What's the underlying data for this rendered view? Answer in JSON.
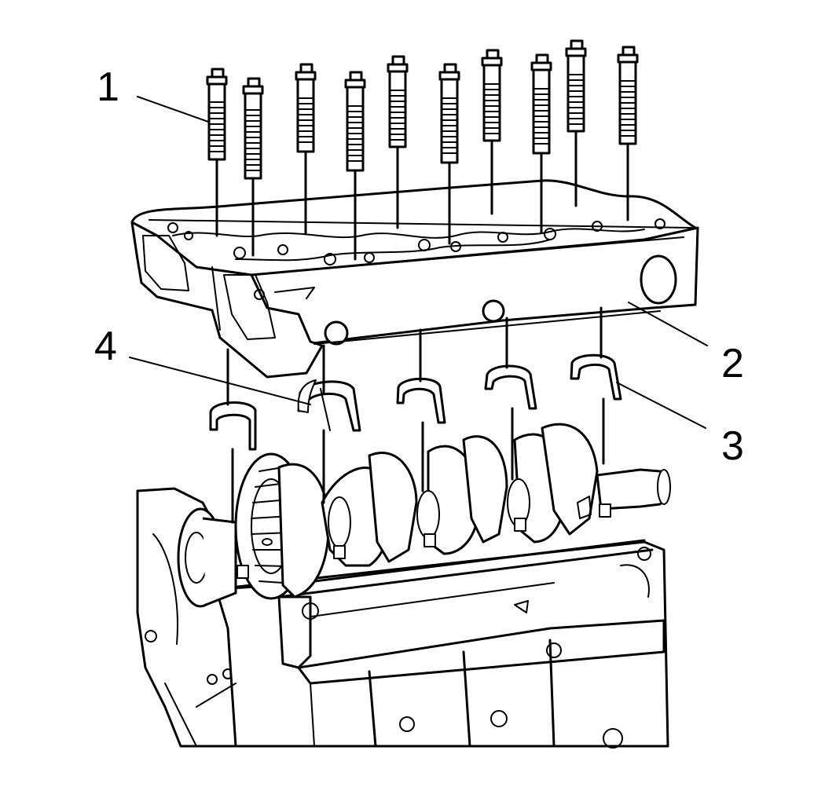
{
  "callouts": {
    "bolts": "1",
    "bearing_cap_frame": "2",
    "lower_bearing_shell": "3",
    "thrust_bearing_shell": "4"
  }
}
